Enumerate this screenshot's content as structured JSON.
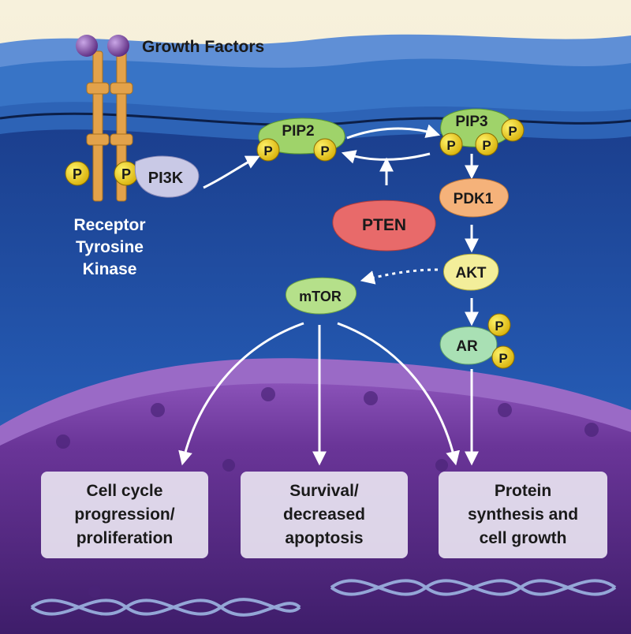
{
  "diagram": {
    "labels": {
      "growth_factors": "Growth Factors",
      "receptor_line1": "Receptor",
      "receptor_line2": "Tyrosine",
      "receptor_line3": "Kinase"
    },
    "nodes": {
      "pi3k": "PI3K",
      "pip2": "PIP2",
      "pip3": "PIP3",
      "pten": "PTEN",
      "pdk1": "PDK1",
      "akt": "AKT",
      "mtor": "mTOR",
      "ar": "AR",
      "phosphate": "P"
    },
    "outcomes": {
      "cell_cycle": [
        "Cell cycle",
        "progression/",
        "proliferation"
      ],
      "survival": [
        "Survival/",
        "decreased",
        "apoptosis"
      ],
      "protein": [
        "Protein",
        "synthesis and",
        "cell growth"
      ]
    },
    "colors": {
      "cytoplasm": "#1f4fa0",
      "membrane": "#3a86d0",
      "nucleus": "#5a2a88",
      "receptor": "#e3a24a",
      "phosphate": "#f2d21b",
      "pip": "#9fd36a",
      "pten": "#e86a6a",
      "pdk1": "#f5b27a",
      "akt": "#f3ee9a",
      "mtor": "#b5e08a",
      "ar": "#a9e0b4",
      "pi3k": "#c9c9e6",
      "outcome_box": "#e7e2f0"
    }
  }
}
